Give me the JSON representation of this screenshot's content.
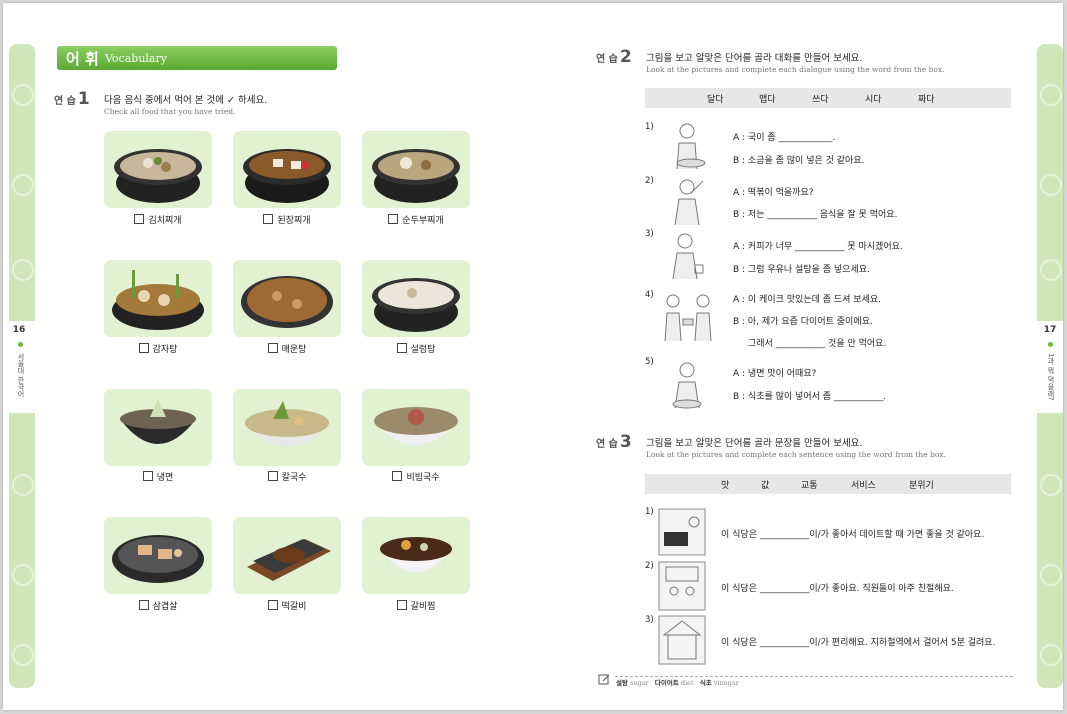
{
  "left_page": {
    "page_number": "16",
    "side_title": "서울대 한국어",
    "vocab": {
      "ko": "어 휘",
      "en": "Vocabulary"
    },
    "exercise1": {
      "label": "연 습",
      "num": "1",
      "instruction_ko": "다음 음식 중에서 먹어 본 것에 ✓ 하세요.",
      "instruction_en": "Check all food that you have tried.",
      "foods": [
        "김치찌개",
        "된장찌개",
        "순두부찌개",
        "감자탕",
        "매운탕",
        "설렁탕",
        "냉면",
        "칼국수",
        "비빔국수",
        "삼겹살",
        "떡갈비",
        "갈비찜"
      ]
    }
  },
  "right_page": {
    "page_number": "17",
    "side_title": "1과 뭐 먹을래?",
    "exercise2": {
      "label": "연 습",
      "num": "2",
      "instruction_ko": "그림을 보고 알맞은 단어를 골라 대화를 만들어 보세요.",
      "instruction_en": "Look at the pictures and complete each dialogue using the word from the box.",
      "words": [
        "달다",
        "맵다",
        "쓰다",
        "시다",
        "짜다"
      ],
      "items": [
        {
          "num": "1)",
          "lines": [
            "A : 국이 좀 ____________.",
            "B : 소금을 좀 많이 넣은 것 같아요."
          ]
        },
        {
          "num": "2)",
          "lines": [
            "A : 떡볶이 먹을까요?",
            "B : 저는 ___________ 음식을 잘 못 먹어요."
          ]
        },
        {
          "num": "3)",
          "lines": [
            "A : 커피가 너무 ___________ 못 마시겠어요.",
            "B : 그럼 우유나 설탕을 좀 넣으세요."
          ]
        },
        {
          "num": "4)",
          "lines": [
            "A : 이 케이크 맛있는데 좀 드셔 보세요.",
            "B : 아, 제가 요즘 다이어트 중이에요.",
            "그래서 ___________ 것을 안 먹어요."
          ]
        },
        {
          "num": "5)",
          "lines": [
            "A : 냉면 맛이 어때요?",
            "B : 식초를 많이 넣어서 좀 ___________."
          ]
        }
      ]
    },
    "exercise3": {
      "label": "연 습",
      "num": "3",
      "instruction_ko": "그림을 보고 알맞은 단어를 골라 문장을 만들어 보세요.",
      "instruction_en": "Look at the pictures and complete each sentence using the word from the box.",
      "words": [
        "맛",
        "값",
        "교통",
        "서비스",
        "분위기"
      ],
      "items": [
        {
          "num": "1)",
          "text": "이 식당은 ___________이/가 좋아서 데이트할 때 가면 좋을 것 같아요."
        },
        {
          "num": "2)",
          "text": "이 식당은 ___________이/가 좋아요. 직원들이 아주 친절해요."
        },
        {
          "num": "3)",
          "text": "이 식당은 ___________이/가 편리해요. 지하철역에서 걸어서 5분 걸려요."
        }
      ]
    },
    "footnote": [
      {
        "ko": "설탕",
        "en": "sugar"
      },
      {
        "ko": "다이어트",
        "en": "diet"
      },
      {
        "ko": "식초",
        "en": "vinegar"
      }
    ]
  }
}
